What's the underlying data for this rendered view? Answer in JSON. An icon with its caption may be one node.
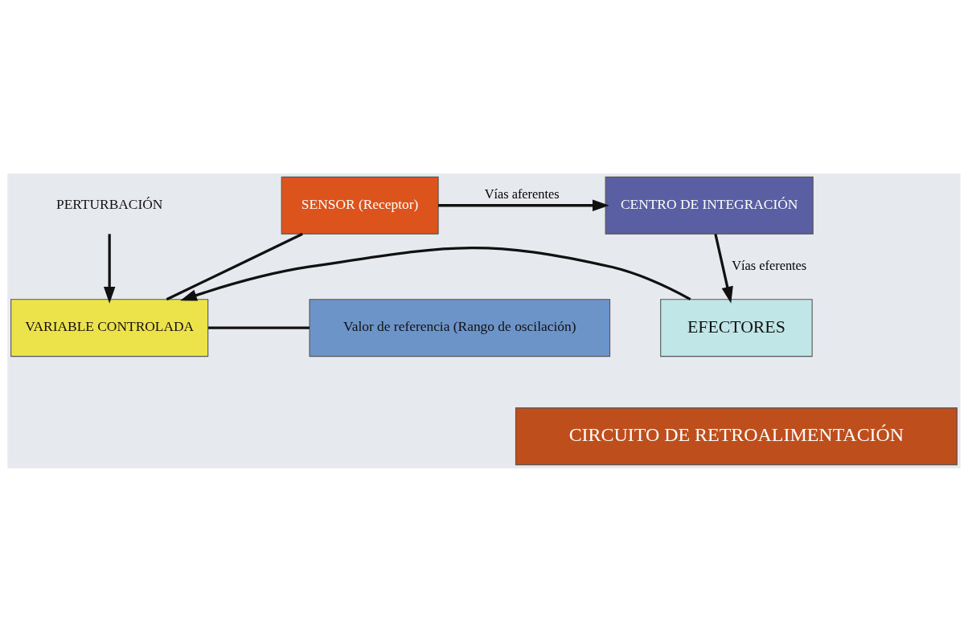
{
  "diagram": {
    "nodes": [
      {
        "text": [
          "PERTURBACIÓN"
        ]
      },
      {
        "text": [
          "VARIABLE CONTROLADA"
        ]
      },
      {
        "text": [
          "SENSOR (Receptor)"
        ]
      },
      {
        "text": [
          "CENTRO DE INTEGRACIÓN"
        ]
      },
      {
        "text": [
          "Valor de referencia (Rango de oscilación)"
        ]
      },
      {
        "text": [
          "EFECTORES"
        ]
      },
      {
        "text": [
          "CIRCUITO DE RETROALIMENTACIÓN"
        ]
      }
    ],
    "edges": [
      {
        "from": 0,
        "to": 1,
        "arrow": "to"
      },
      {
        "from": 1,
        "to": 2,
        "arrow": "none"
      },
      {
        "from": 1,
        "to": 4,
        "arrow": "none"
      },
      {
        "from": 2,
        "to": 3,
        "arrow": "to",
        "label": "Vías aferentes"
      },
      {
        "from": 3,
        "to": 5,
        "arrow": "to",
        "label": "Vías eferentes"
      },
      {
        "from": 5,
        "to": 1,
        "arrow": "to"
      }
    ]
  }
}
